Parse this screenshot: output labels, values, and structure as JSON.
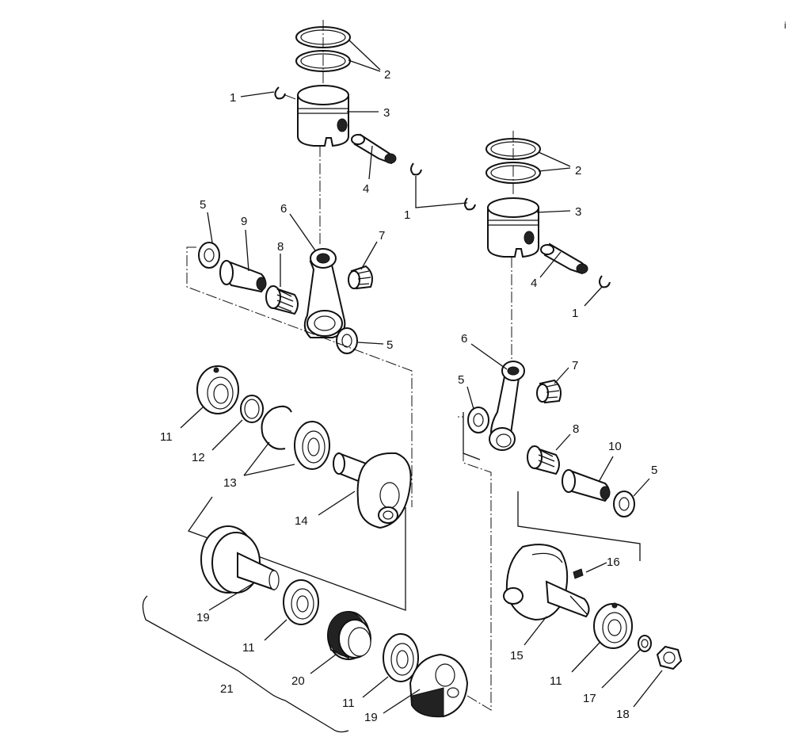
{
  "labels": {
    "l1a": "1",
    "l2a": "2",
    "l3a": "3",
    "l4a": "4",
    "l1b": "1",
    "l2b": "2",
    "l3b": "3",
    "l4b": "4",
    "l1c": "1",
    "l5a": "5",
    "l9": "9",
    "l6a": "6",
    "l8a": "8",
    "l7a": "7",
    "l5b": "5",
    "l6b": "6",
    "l7b": "7",
    "l5c": "5",
    "l8b": "8",
    "l10": "10",
    "l5d": "5",
    "l11a": "11",
    "l12": "12",
    "l13": "13",
    "l14": "14",
    "l19a": "19",
    "l11b": "11",
    "l20": "20",
    "l21": "21",
    "l11c": "11",
    "l19b": "19",
    "l16": "16",
    "l15": "15",
    "l11d": "11",
    "l17": "17",
    "l18": "18"
  },
  "corner_mark": "i"
}
